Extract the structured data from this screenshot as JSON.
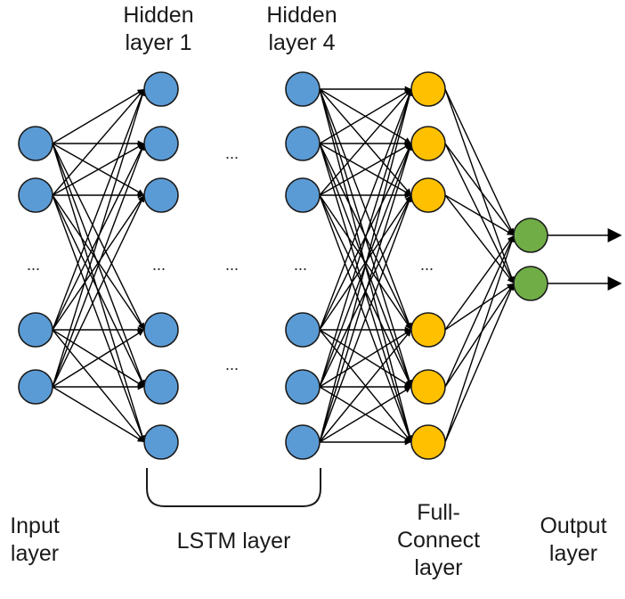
{
  "labels": {
    "hidden1": [
      "Hidden",
      "layer 1"
    ],
    "hidden4": [
      "Hidden",
      "layer 4"
    ],
    "input": [
      "Input",
      "layer"
    ],
    "lstm": "LSTM layer",
    "fc": [
      "Full-",
      "Connect",
      "layer"
    ],
    "output": [
      "Output",
      "layer"
    ]
  },
  "ellipsis": "...",
  "colors": {
    "input_node": "#5b9bd5",
    "hidden_node": "#5b9bd5",
    "fc_node": "#ffc000",
    "output_node": "#70ad47",
    "edge": "#000000",
    "node_stroke": "#1a1a1a"
  }
}
